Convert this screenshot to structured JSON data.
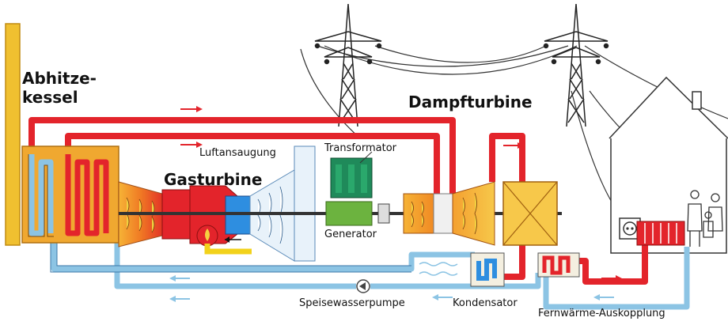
{
  "labels": {
    "abhitze_line1": "Abhitze-",
    "abhitze_line2": "kessel",
    "dampfturbine": "Dampfturbine",
    "gasturbine": "Gasturbine",
    "luftansaugung": "Luftansaugung",
    "transformator": "Transformator",
    "generator": "Generator",
    "speisewasserpumpe": "Speisewasserpumpe",
    "kondensator": "Kondensator",
    "fernwaerme": "Fernwärme-Auskopplung"
  },
  "colors": {
    "hot_pipe": "#e3242b",
    "cold_pipe": "#8cc4e4",
    "boiler": "#f0a830",
    "chimney": "#f0c030",
    "gas_feed": "#f2d21b",
    "generator": "#6cb33f",
    "transformer": "#1f8a5a",
    "house_line": "#333333"
  }
}
